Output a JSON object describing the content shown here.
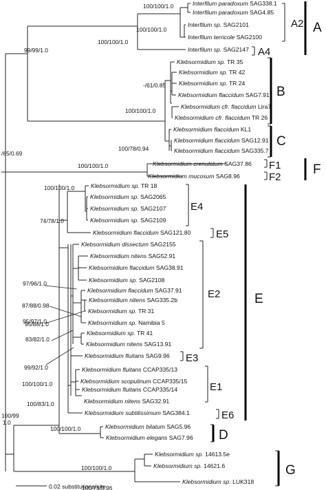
{
  "taxa": [
    {
      "genus": "Interfilum",
      "epithet": "paradoxum",
      "strain": "SAG338.1"
    },
    {
      "genus": "Interfilum",
      "epithet": "paradoxum",
      "strain": "SAG4.85"
    },
    {
      "genus": "Interfilum",
      "epithet": "sp.",
      "strain": "SAG2101"
    },
    {
      "genus": "Interfilum",
      "epithet": "terricole",
      "strain": "SAG2100"
    },
    {
      "genus": "Interfilum",
      "epithet": "sp.",
      "strain": "SAG2147"
    },
    {
      "genus": "Klebsormidium",
      "epithet": "sp.",
      "strain": "TR 35"
    },
    {
      "genus": "Klebsormidium",
      "epithet": "sp.",
      "strain": "TR 42"
    },
    {
      "genus": "Klebsormidium",
      "epithet": "sp.",
      "strain": "TR 24"
    },
    {
      "genus": "Klebsormidium",
      "epithet": "flaccidum",
      "strain": "SAG7.91"
    },
    {
      "genus": "Klebsormidium",
      "epithet": "cfr. flaccidum",
      "strain": "Lira7"
    },
    {
      "genus": "Klebsormidium",
      "epithet": "cfr. flaccidum",
      "strain": "TR 26"
    },
    {
      "genus": "Klebsormidium",
      "epithet": "flaccidum",
      "strain": "KL1"
    },
    {
      "genus": "Klebsormidium",
      "epithet": "flaccidum",
      "strain": "SAG12.91"
    },
    {
      "genus": "Klebsormidium",
      "epithet": "flaccidum",
      "strain": "SAG335.7"
    },
    {
      "genus": "Klebsormidium",
      "epithet": "crenulatum",
      "strain": "SAG37.86"
    },
    {
      "genus": "Klebsormidium",
      "epithet": "mucosum",
      "strain": "SAG8.96"
    },
    {
      "genus": "Klebsormidium",
      "epithet": "sp.",
      "strain": "TR 18"
    },
    {
      "genus": "Klebsormidium",
      "epithet": "sp.",
      "strain": "SAG2065"
    },
    {
      "genus": "Klebsormidium",
      "epithet": "sp.",
      "strain": "SAG2107"
    },
    {
      "genus": "Klebsormidium",
      "epithet": "sp.",
      "strain": "SAG2109"
    },
    {
      "genus": "Klebsormidium",
      "epithet": "flaccidum",
      "strain": "SAG121.80"
    },
    {
      "genus": "Klebsormidium",
      "epithet": "dissectum",
      "strain": "SAG2155"
    },
    {
      "genus": "Klebsormidium",
      "epithet": "nitens",
      "strain": "SAG52.91"
    },
    {
      "genus": "Klebsormidium",
      "epithet": "flaccidum",
      "strain": "SAG38.91"
    },
    {
      "genus": "Klebsormidium",
      "epithet": "sp.",
      "strain": "SAG2108"
    },
    {
      "genus": "Klebsormidium",
      "epithet": "flaccidum",
      "strain": "SAG37.91"
    },
    {
      "genus": "Klebsormidium",
      "epithet": "nitens",
      "strain": "SAG335.2b"
    },
    {
      "genus": "Klebsormidium",
      "epithet": "sp.",
      "strain": "TR 31"
    },
    {
      "genus": "Klebsormidium",
      "epithet": "sp.",
      "strain": "Namibia 5"
    },
    {
      "genus": "Klebsormidium",
      "epithet": "sp.",
      "strain": "TR 41"
    },
    {
      "genus": "Klebsormidium",
      "epithet": "nitens",
      "strain": "SAG13.91"
    },
    {
      "genus": "Klebsormidium",
      "epithet": "fluitans",
      "strain": "SAG9.96"
    },
    {
      "genus": "Klebsormidium",
      "epithet": "fluitans",
      "strain": "CCAP335/13"
    },
    {
      "genus": "Klebsormidium",
      "epithet": "scopulinum",
      "strain": "CCAP335/15"
    },
    {
      "genus": "Klebsormidium",
      "epithet": "fluitans",
      "strain": "CCAP335/14"
    },
    {
      "genus": "Klebsormidium",
      "epithet": "nitens",
      "strain": "SAG32.91"
    },
    {
      "genus": "Klebsormidium",
      "epithet": "subtilissimum",
      "strain": "SAG384.1"
    },
    {
      "genus": "Klebsormidium",
      "epithet": "bilatum",
      "strain": "SAG5.96"
    },
    {
      "genus": "Klebsormidium",
      "epithet": "elegans",
      "strain": "SAG7.96"
    },
    {
      "genus": "Klebsormidium",
      "epithet": "sp.",
      "strain": "14613.5e"
    },
    {
      "genus": "Klebsormidium",
      "epithet": "sp.",
      "strain": "14621.6"
    },
    {
      "genus": "Klebsormidium",
      "epithet": "sp.",
      "strain": "LUK318"
    }
  ],
  "supports": [
    "100/100/1.0",
    "100/100/1.0",
    "99/99/1.0",
    "100/100/1.0",
    "-/61/0.85",
    "100/100/1.0",
    "100/78/0.94",
    "/65/0.69",
    "100/100/1.0",
    "100/100/1.0",
    "74/78/1.0",
    "97/96/1.0",
    "87/88/0.98",
    "95/97/1.0",
    "95/88/1.0",
    "83/82/1.0",
    "99/92/1.0",
    "100/100/1.0",
    "100/83/1.0",
    "100/99",
    "1.0",
    "100/100/1.0",
    "100/100/1.0",
    "100/75/0.96"
  ],
  "clades": [
    "A2",
    "A4",
    "A",
    "B",
    "C",
    "F1",
    "F2",
    "F",
    "E4",
    "E5",
    "E2",
    "E3",
    "E1",
    "E6",
    "E",
    "D",
    "G"
  ],
  "scale_label": "0.02 substitutions/site"
}
